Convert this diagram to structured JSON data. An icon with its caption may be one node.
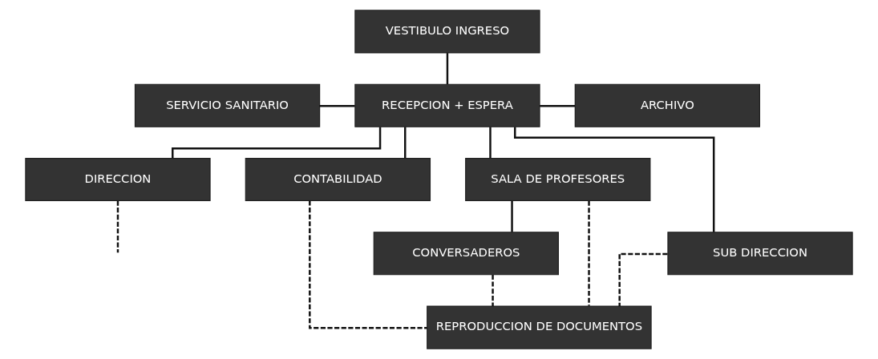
{
  "diagram": {
    "nodes": [
      {
        "text": [
          "VESTIBULO INGRESO"
        ]
      },
      {
        "text": [
          "SERVICIO SANITARIO"
        ]
      },
      {
        "text": [
          "RECEPCION + ESPERA"
        ]
      },
      {
        "text": [
          "ARCHIVO"
        ]
      },
      {
        "text": [
          "DIRECCION"
        ]
      },
      {
        "text": [
          "CONTABILIDAD"
        ]
      },
      {
        "text": [
          "SALA DE PROFESORES"
        ]
      },
      {
        "text": [
          "SUB DIRECCION"
        ]
      },
      {
        "text": [
          "CONVERSADEROS"
        ]
      },
      {
        "text": [
          "REPRODUCCION DE DOCUMENTOS"
        ]
      }
    ],
    "edges": [
      {
        "from": 0,
        "to": 2,
        "arrow": "none"
      },
      {
        "from": 1,
        "to": 2,
        "arrow": "none"
      },
      {
        "from": 2,
        "to": 3,
        "arrow": "none"
      },
      {
        "from": 2,
        "to": 4,
        "arrow": "none"
      },
      {
        "from": 2,
        "to": 5,
        "arrow": "none"
      },
      {
        "from": 2,
        "to": 6,
        "arrow": "none"
      },
      {
        "from": 2,
        "to": 7,
        "arrow": "none"
      },
      {
        "from": 6,
        "to": 8,
        "arrow": "none"
      },
      {
        "from": 4,
        "to": null,
        "arrow": "none",
        "style": "dashed"
      },
      {
        "from": 7,
        "to": 9,
        "arrow": "none",
        "style": "dashed"
      },
      {
        "from": 5,
        "to": 9,
        "arrow": "none",
        "style": "dashed"
      },
      {
        "from": 6,
        "to": 9,
        "arrow": "none",
        "style": "dashed"
      },
      {
        "from": 8,
        "to": 9,
        "arrow": "none",
        "style": "dashed"
      }
    ]
  }
}
